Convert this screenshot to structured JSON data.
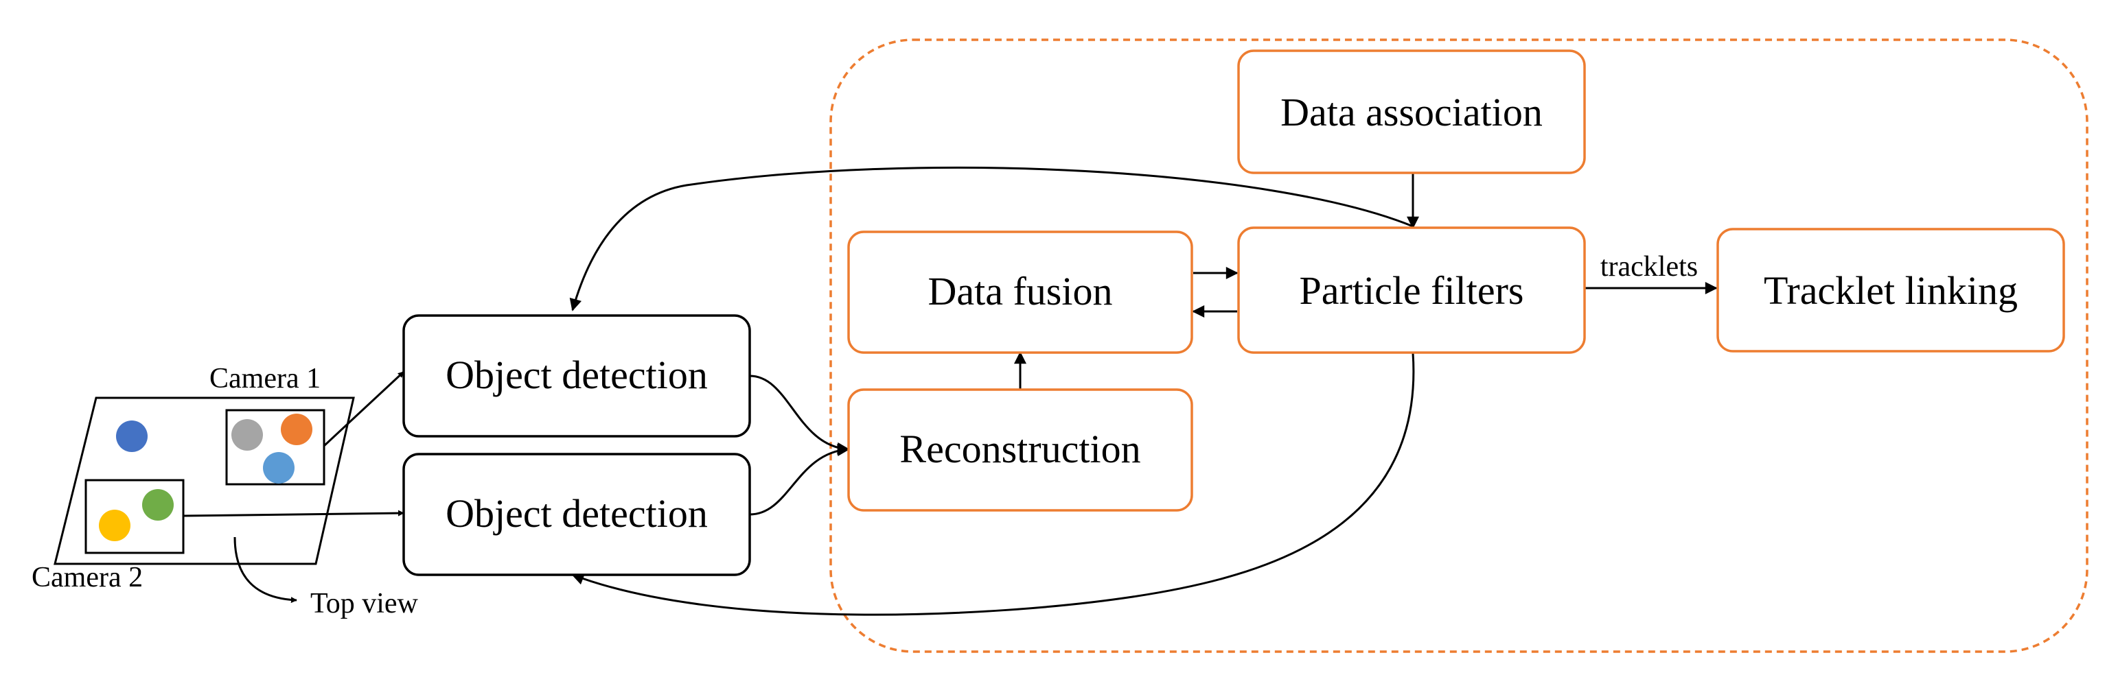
{
  "colors": {
    "accent": "#ED7D31",
    "stroke": "#000000",
    "background": "#FFFFFF",
    "dots": {
      "blue": "#4472C4",
      "gray": "#A5A5A5",
      "orange": "#ED7D31",
      "light_blue": "#5B9BD5",
      "yellow": "#FFC000",
      "green": "#70AD47"
    }
  },
  "scene": {
    "camera1_label": "Camera 1",
    "camera2_label": "Camera 2",
    "top_view_label": "Top view"
  },
  "nodes": {
    "object_detection_1": "Object detection",
    "object_detection_2": "Object detection",
    "reconstruction": "Reconstruction",
    "data_fusion": "Data fusion",
    "particle_filters": "Particle filters",
    "data_association": "Data association",
    "tracklet_linking": "Tracklet linking"
  },
  "edges": {
    "tracklets_label": "tracklets"
  }
}
